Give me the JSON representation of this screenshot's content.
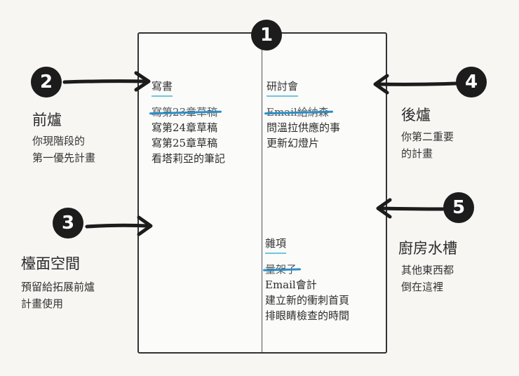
{
  "markers": [
    "1",
    "2",
    "3",
    "4",
    "5"
  ],
  "notebook": {
    "top_left": {
      "title": "寫書",
      "tasks": [
        {
          "text": "寫第23章草稿",
          "done": true
        },
        {
          "text": "寫第24章草稿",
          "done": false
        },
        {
          "text": "寫第25章草稿",
          "done": false
        },
        {
          "text": "看塔莉亞的筆記",
          "done": false
        }
      ]
    },
    "top_right": {
      "title": "研討會",
      "tasks": [
        {
          "text": "Email給納森",
          "done": true
        },
        {
          "text": "問溫拉供應的事",
          "done": false
        },
        {
          "text": "更新幻燈片",
          "done": false
        }
      ]
    },
    "bottom_right": {
      "title": "雜項",
      "tasks": [
        {
          "text": "量架子",
          "done": true
        },
        {
          "text": "Email會計",
          "done": false
        },
        {
          "text": "建立新的衝刺首頁",
          "done": false
        },
        {
          "text": "排眼睛檢查的時間",
          "done": false
        }
      ]
    }
  },
  "labels": {
    "front_burner": {
      "title": "前爐",
      "lines": [
        "你現階段的",
        "第一優先計畫"
      ]
    },
    "counter_space": {
      "title": "檯面空間",
      "lines": [
        "預留給拓展前爐",
        "計畫使用"
      ]
    },
    "back_burner": {
      "title": "後爐",
      "lines": [
        "你第二重要",
        "的計畫"
      ]
    },
    "kitchen_sink": {
      "title": "廚房水槽",
      "lines": [
        "其他東西都",
        "倒在這裡"
      ]
    }
  },
  "colors": {
    "highlight": "#6fc7df",
    "strike": "#2a8fc9",
    "ink": "#1c1c1c"
  }
}
